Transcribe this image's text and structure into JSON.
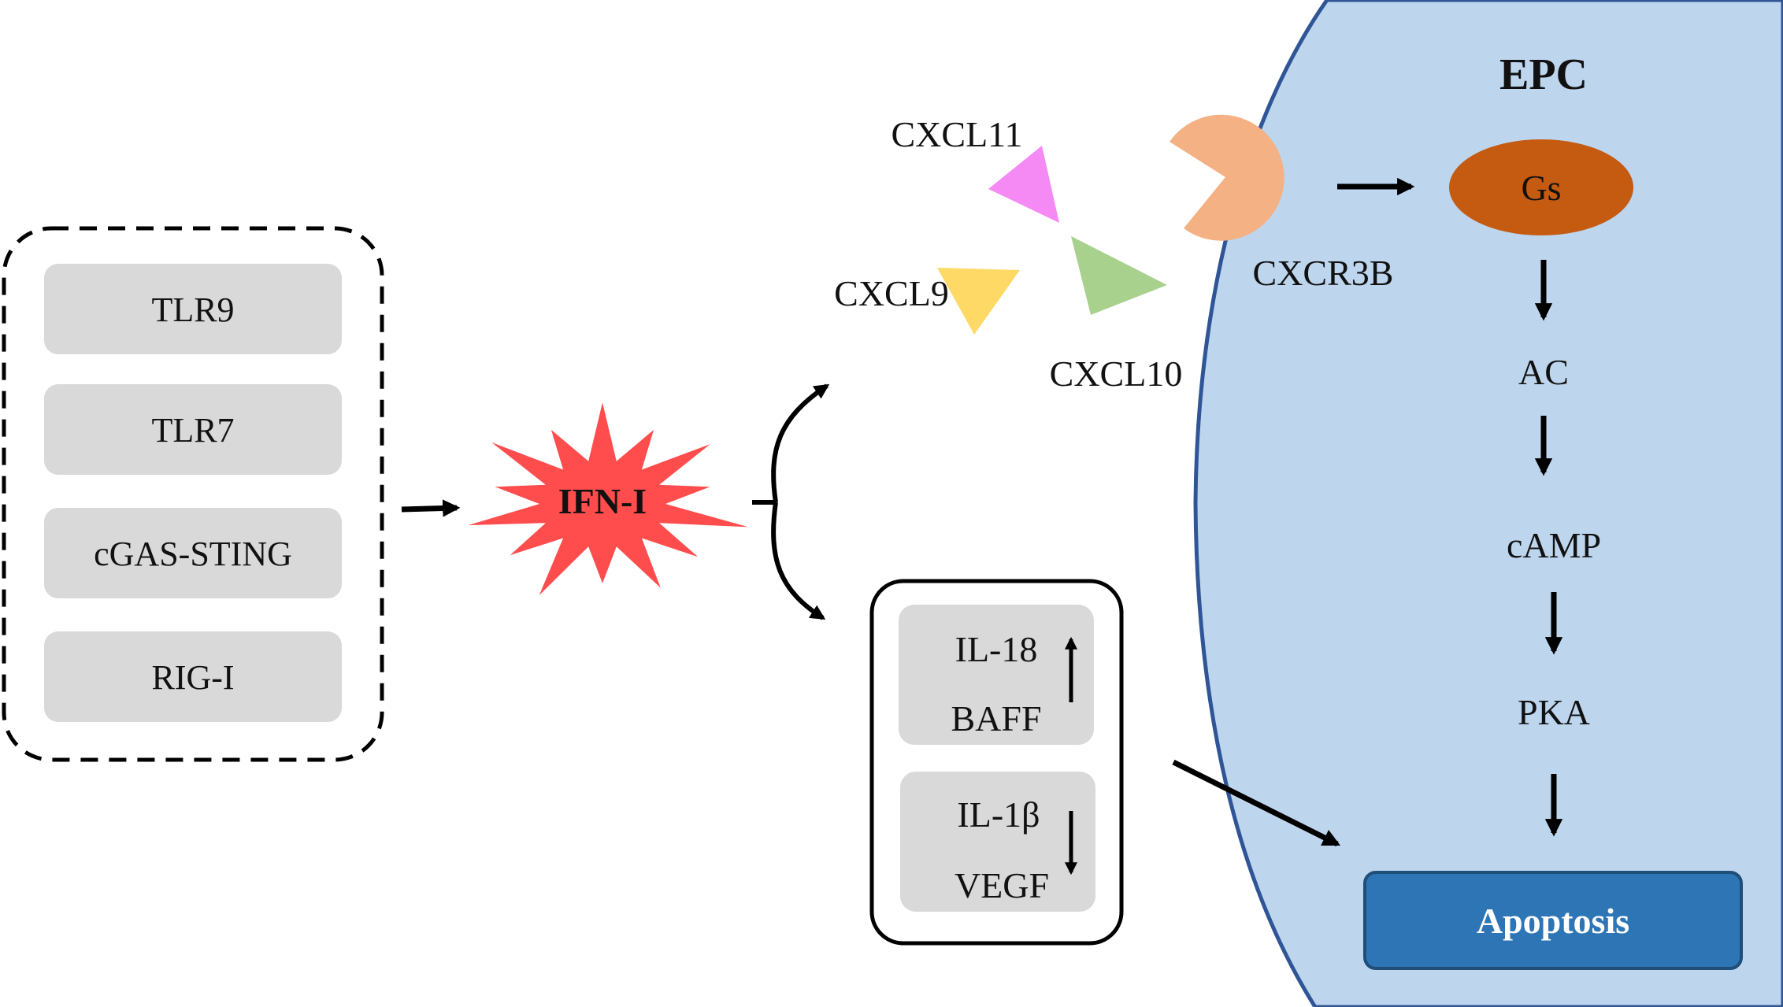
{
  "colors": {
    "cell_fill": "#bdd6ee",
    "cell_stroke": "#2f5597",
    "box_fill": "#d9d9d9",
    "ifn_star": "#ff4d4d",
    "receptor": "#f4b183",
    "gs": "#c55a11",
    "apoptosis_fill": "#2e75b6",
    "cxcl11": "#f68af4",
    "cxcl9": "#ffd966",
    "cxcl10": "#a9d18e"
  },
  "sensors": {
    "items": [
      "TLR9",
      "TLR7",
      "cGAS-STING",
      "RIG-I"
    ]
  },
  "ifn": {
    "label": "IFN-I"
  },
  "chemokines": {
    "cxcl11": "CXCL11",
    "cxcl9": "CXCL9",
    "cxcl10": "CXCL10"
  },
  "cytokines": {
    "upper": {
      "line1": "IL-18",
      "line2": "BAFF",
      "direction": "up"
    },
    "lower": {
      "line1": "IL-1β",
      "line2": "VEGF",
      "direction": "down"
    }
  },
  "cell": {
    "title": "EPC",
    "receptor": "CXCR3B",
    "gs": "Gs",
    "pathway": [
      "AC",
      "cAMP",
      "PKA"
    ],
    "outcome": "Apoptosis"
  }
}
